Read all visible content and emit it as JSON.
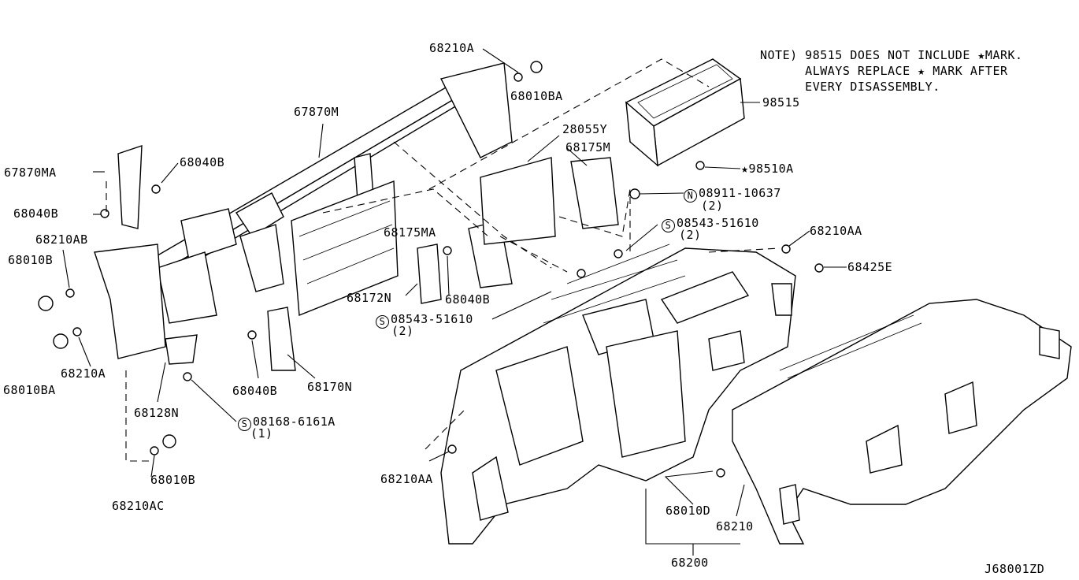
{
  "note": {
    "line1": "NOTE) 98515 DOES NOT INCLUDE ★MARK.",
    "line2": "      ALWAYS REPLACE ★ MARK AFTER",
    "line3": "      EVERY DISASSEMBLY."
  },
  "labels": {
    "p68210A_top": "68210A",
    "p68010BA_top": "68010BA",
    "p67870M": "67870M",
    "p67870MA": "67870MA",
    "p68040B_a": "68040B",
    "p68040B_b": "68040B",
    "p68210AB": "68210AB",
    "p68010B_a": "68010B",
    "p68010BA_b": "68010BA",
    "p68210A_b": "68210A",
    "p68128N": "68128N",
    "p08168": "08168-6161A",
    "p08168_qty": "(1)",
    "p68010B_b": "68010B",
    "p68210AC": "68210AC",
    "p28055Y": "28055Y",
    "p68175M": "68175M",
    "p68175MA": "68175MA",
    "p68172N": "68172N",
    "p68040B_c": "68040B",
    "p08543_a": "08543-51610",
    "p08543_a_qty": "(2)",
    "p68040B_d": "68040B",
    "p68170N": "68170N",
    "p98515": "98515",
    "p98510A": "★98510A",
    "p08911": "08911-10637",
    "p08911_qty": "(2)",
    "p08543_b": "08543-51610",
    "p08543_b_qty": "(2)",
    "p68210AA_a": "68210AA",
    "p68425E": "68425E",
    "p68210AA_b": "68210AA",
    "p68010D": "68010D",
    "p68210": "68210",
    "p68200": "68200",
    "diagram_code": "J68001ZD"
  },
  "symbols": {
    "s_circle": "S",
    "n_circle": "N"
  }
}
